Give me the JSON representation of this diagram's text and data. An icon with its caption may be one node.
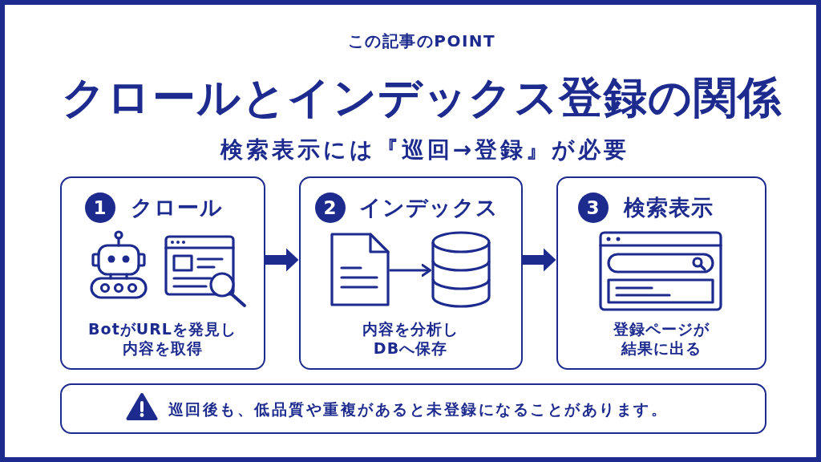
{
  "diagram": {
    "title": "クロールとインデックス登録の関係",
    "nodes": [
      {
        "text": [
          "1",
          "クロール",
          "BotがURLを発見し内容を取得"
        ]
      },
      {
        "text": [
          "2",
          "インデックス",
          "内容を分析しDBへ保存"
        ]
      },
      {
        "text": [],
        "shape": "picture",
        "in": 1
      },
      {
        "text": [],
        "shape": "picture",
        "in": 1
      },
      {
        "text": [
          "3",
          "検索表示",
          "登録ページが結果に出る"
        ]
      },
      {
        "text": [
          "巡回後も、低品質や重複があると未登録になることがあります。"
        ]
      }
    ],
    "edges": [
      {
        "from": 0,
        "to": 1,
        "arrow": "to"
      },
      {
        "from": 2,
        "to": 3,
        "arrow": "to"
      },
      {
        "from": 1,
        "to": 4,
        "arrow": "to"
      }
    ],
    "labels": [
      "この記事のPOINT",
      "検索表示には『巡回→登録』が必要"
    ]
  }
}
